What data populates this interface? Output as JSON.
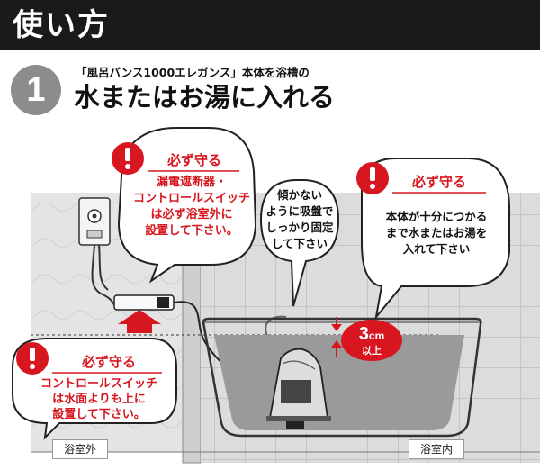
{
  "header": {
    "title": "使い方"
  },
  "step": {
    "number": "1",
    "subtitle": "「風呂バンス1000エレガンス」本体を浴槽の",
    "title": "水またはお湯に入れる"
  },
  "callouts": {
    "breaker": {
      "title": "必ず守る",
      "lines": [
        "漏電遮断器・",
        "コントロールスイッチ",
        "は必ず浴室外に",
        "設置して下さい。"
      ]
    },
    "switch": {
      "title": "必ず守る",
      "lines": [
        "コントロールスイッチ",
        "は水面よりも上に",
        "設置して下さい。"
      ]
    },
    "suction": {
      "lines": [
        "傾かない",
        "ように吸盤で",
        "しっかり固定",
        "して下さい"
      ]
    },
    "immerse": {
      "title": "必ず守る",
      "lines": [
        "本体が十分につかる",
        "まで水またはお湯を",
        "入れて下さい"
      ]
    }
  },
  "depth_badge": {
    "value": "3",
    "unit": "cm",
    "sub": "以上"
  },
  "labels": {
    "outside": "浴室外",
    "inside": "浴室内"
  },
  "colors": {
    "warning_red": "#d7161f",
    "header_bg": "#1a1a1a",
    "step_gray": "#8c8c8c",
    "water": "#9a9a9a"
  }
}
